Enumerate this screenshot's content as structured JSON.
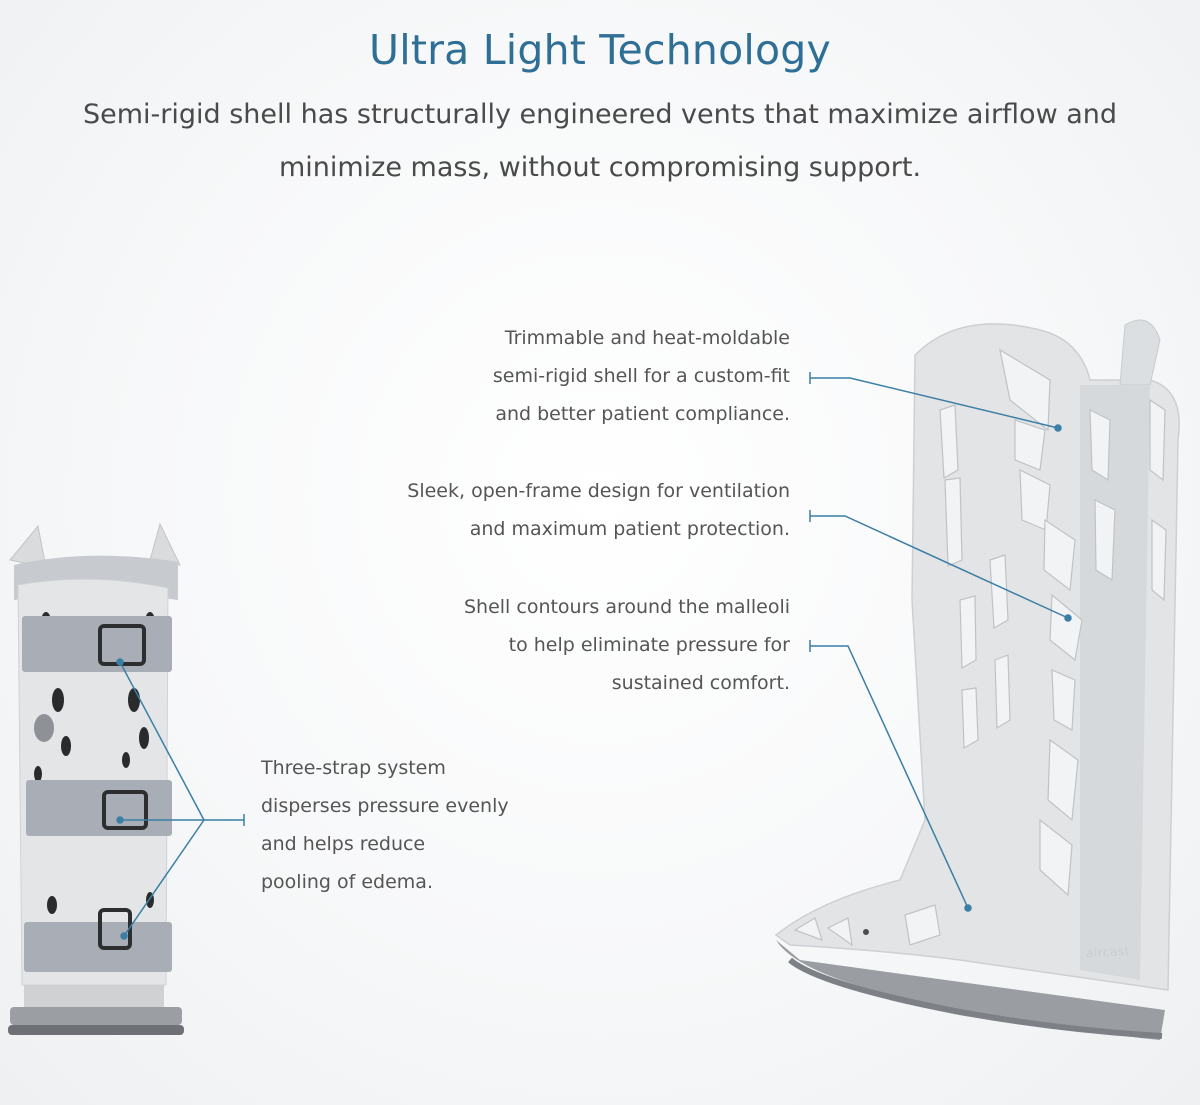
{
  "header": {
    "title": "Ultra Light Technology",
    "subtitle": "Semi-rigid shell has structurally engineered vents that maximize airflow and minimize mass, without compromising support."
  },
  "callouts": [
    {
      "lines": [
        "Trimmable and heat-moldable",
        "semi-rigid shell for a custom-fit",
        "and better patient compliance."
      ]
    },
    {
      "lines": [
        "Sleek, open-frame design for ventilation",
        "and maximum patient protection."
      ]
    },
    {
      "lines": [
        "Shell contours around the malleoli",
        "to help eliminate pressure for",
        "sustained comfort."
      ]
    },
    {
      "lines": [
        "Three-strap system",
        "disperses pressure evenly",
        "and helps reduce",
        "pooling of edema."
      ]
    }
  ],
  "brand_mark": "aircast",
  "colors": {
    "title": "#2f6f96",
    "leader_lines": "#3b7ea6",
    "body_text": "#555555",
    "shell": "#e4e6e8",
    "strap": "#a9aeb6",
    "sole": "#8c9093"
  },
  "icons": [
    "short-walker-boot-image",
    "tall-walker-shell-image"
  ]
}
